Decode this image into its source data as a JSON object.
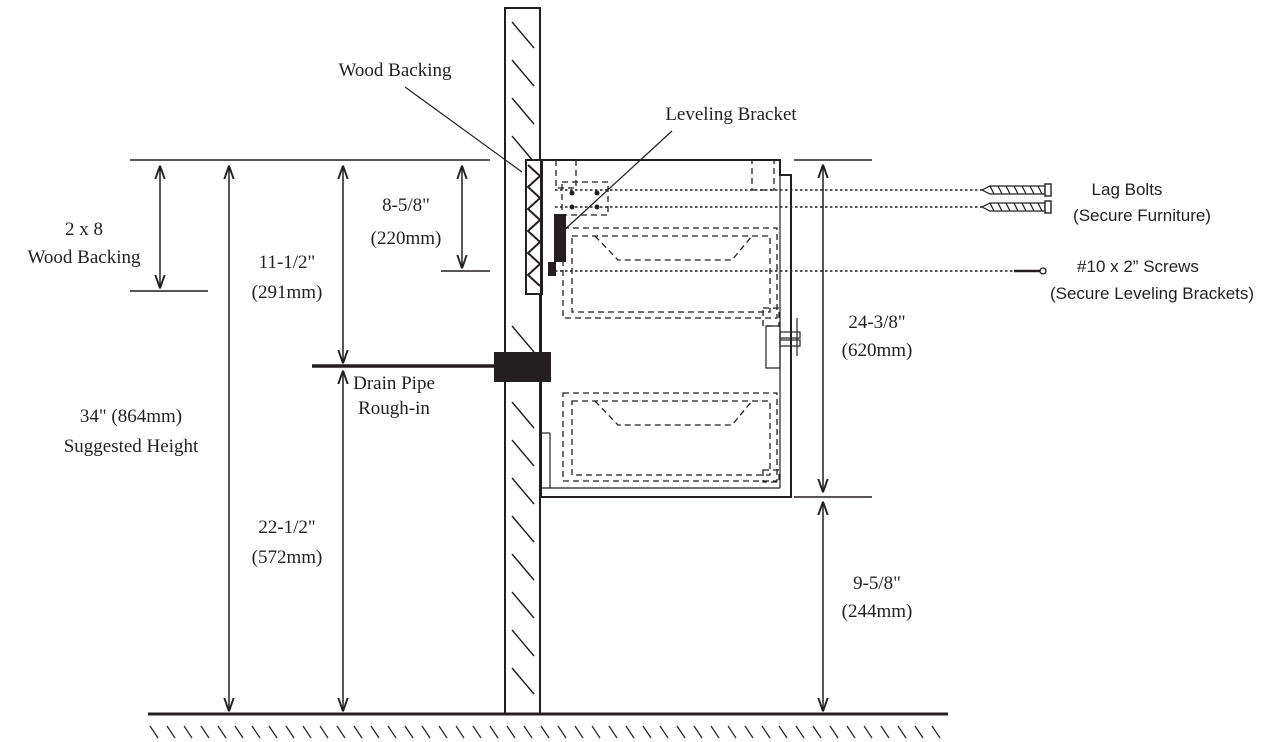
{
  "labels": {
    "wood_backing_callout": "Wood Backing",
    "leveling_bracket_callout": "Leveling Bracket",
    "backing_size_line1": "2 x 8",
    "backing_size_line2": "Wood Backing",
    "dim_bracket_top": "8-5/8\"",
    "dim_bracket_top_mm": "(220mm)",
    "dim_drain_top": "11-1/2\"",
    "dim_drain_top_mm": "(291mm)",
    "drain_line1": "Drain Pipe",
    "drain_line2": "Rough-in",
    "suggested_line1": "34\" (864mm)",
    "suggested_line2": "Suggested Height",
    "dim_drain_floor": "22-1/2\"",
    "dim_drain_floor_mm": "(572mm)",
    "lag_bolts_line1": "Lag Bolts",
    "lag_bolts_line2": "(Secure Furniture)",
    "screws_line1": "#10 x 2” Screws",
    "screws_line2": "(Secure Leveling Brackets)",
    "dim_cabinet": "24-3/8\"",
    "dim_cabinet_mm": "(620mm)",
    "dim_under": "9-5/8\"",
    "dim_under_mm": "(244mm)"
  },
  "colors": {
    "ink": "#231f20",
    "background": "#ffffff"
  }
}
